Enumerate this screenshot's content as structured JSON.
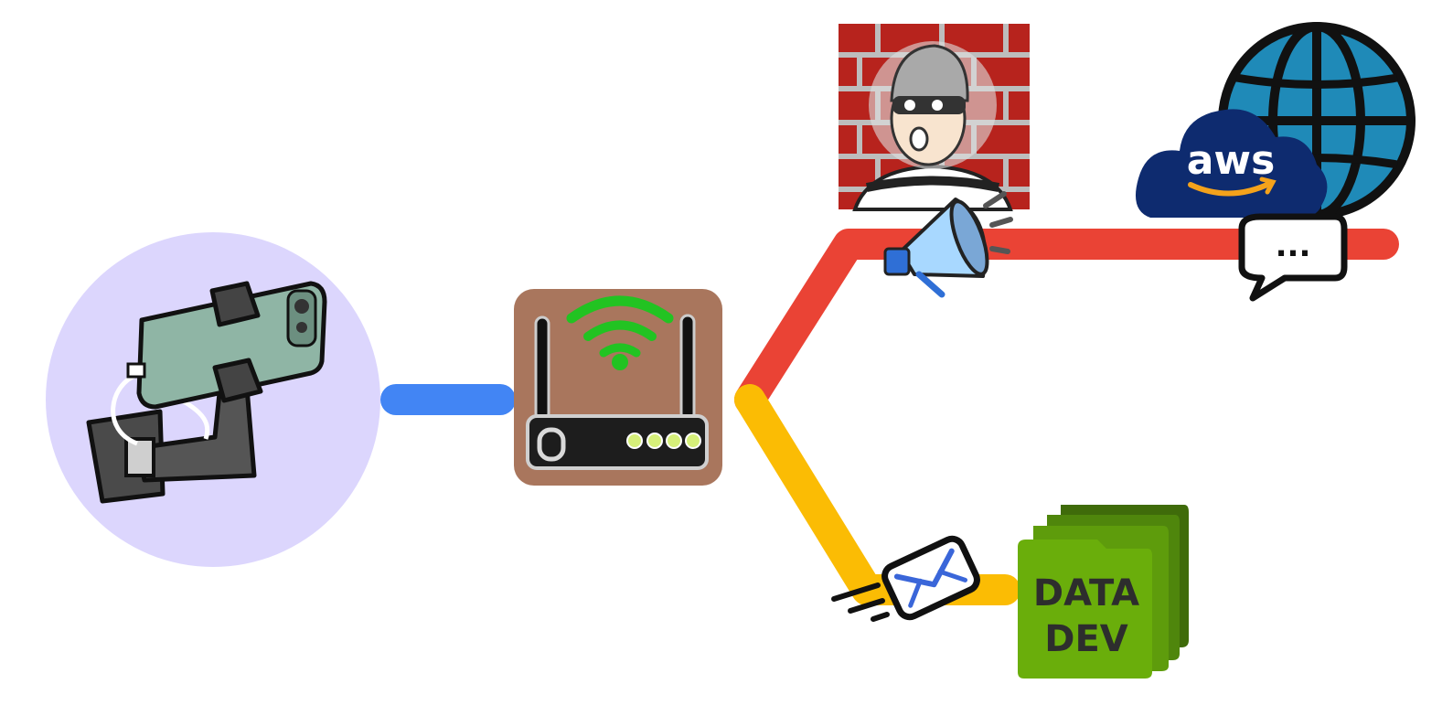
{
  "diagram": {
    "nodes": {
      "camera": {
        "icon": "security-camera-icon"
      },
      "router": {
        "icon": "wifi-router-icon"
      },
      "attacker": {
        "icon": "burglar-icon"
      },
      "cloud": {
        "icon": "aws-cloud-icon",
        "label": "aws"
      },
      "internet": {
        "icon": "globe-icon"
      },
      "datastore": {
        "icon": "data-folder-icon",
        "line1": "DATA",
        "line2": "DEV"
      }
    },
    "overlays": {
      "megaphone": {
        "icon": "megaphone-icon"
      },
      "chat": {
        "icon": "chat-bubble-icon",
        "text": "..."
      },
      "mail": {
        "icon": "envelope-icon"
      }
    },
    "connections": [
      {
        "from": "camera",
        "to": "router",
        "color": "#4285f4"
      },
      {
        "from": "router",
        "to": "internet",
        "color": "#ea4335"
      },
      {
        "from": "router",
        "to": "datastore",
        "color": "#fbbc04"
      }
    ],
    "colors": {
      "camera_bg": "#dcd6fd",
      "router_bg": "#a9765d",
      "wifi": "#22c322",
      "brick": "#b7231d",
      "mortar": "#bdbdbd",
      "aws_blue": "#0e2b6f",
      "aws_orange": "#f4a21b",
      "globe": "#1f8ab8",
      "data_green": "#6aae0b"
    }
  }
}
